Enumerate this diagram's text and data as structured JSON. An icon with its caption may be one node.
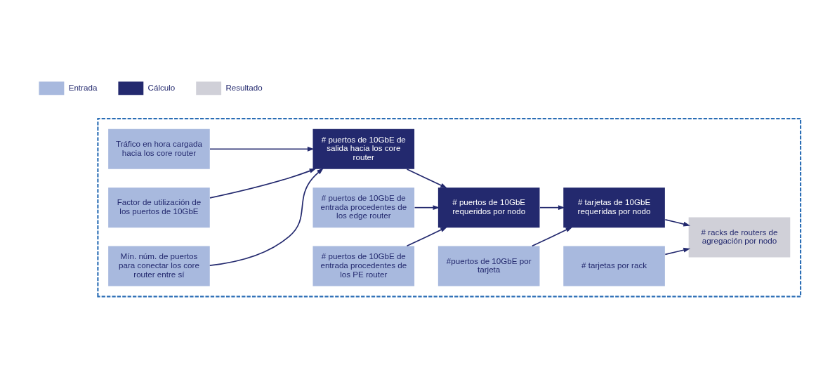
{
  "diagram": {
    "nodes": [
      {
        "text": [],
        "shape": "box"
      },
      {
        "text": [
          "Tráfico en hora cargada hacia los core router"
        ],
        "in": 0
      },
      {
        "text": [
          "Factor de utilización de los puertos de 10GbE"
        ],
        "in": 0
      },
      {
        "text": [
          "Mín. núm. de puertos para conectar los core router entre sí"
        ],
        "in": 0
      },
      {
        "text": [
          "# puertos de 10GbE de salida hacia los core router"
        ],
        "in": 0
      },
      {
        "text": [
          "# puertos de 10GbE de entrada procedentes de los edge router"
        ],
        "in": 0
      },
      {
        "text": [
          "# puertos de 10GbE de entrada procedentes de los PE router"
        ],
        "in": 0
      },
      {
        "text": [
          "# puertos de 10GbE requeridos por nodo"
        ],
        "in": 0
      },
      {
        "text": [
          "#puertos de 10GbE por tarjeta"
        ],
        "in": 0
      },
      {
        "text": [
          "# tarjetas de 10GbE requeridas por nodo"
        ],
        "in": 0
      },
      {
        "text": [
          "# tarjetas por rack"
        ],
        "in": 0
      },
      {
        "text": [
          "# racks de routers de agregación por nodo"
        ],
        "in": 0
      }
    ],
    "edges": [
      {
        "from": 1,
        "to": 4,
        "arrow": "to"
      },
      {
        "from": 2,
        "to": 4,
        "arrow": "to"
      },
      {
        "from": 3,
        "to": 4,
        "arrow": "to"
      },
      {
        "from": 4,
        "to": 7,
        "arrow": "to"
      },
      {
        "from": 5,
        "to": 7,
        "arrow": "to"
      },
      {
        "from": 6,
        "to": 7,
        "arrow": "to"
      },
      {
        "from": 7,
        "to": 9,
        "arrow": "to"
      },
      {
        "from": 8,
        "to": 9,
        "arrow": "to"
      },
      {
        "from": 9,
        "to": 11,
        "arrow": "to"
      },
      {
        "from": 10,
        "to": 11,
        "arrow": "to"
      }
    ],
    "legend": [
      {
        "text": "Entrada",
        "color": "#a8b9de"
      },
      {
        "text": "Cálculo",
        "color": "#23296e"
      },
      {
        "text": "Resultado",
        "color": "#d0d0d8"
      }
    ]
  }
}
